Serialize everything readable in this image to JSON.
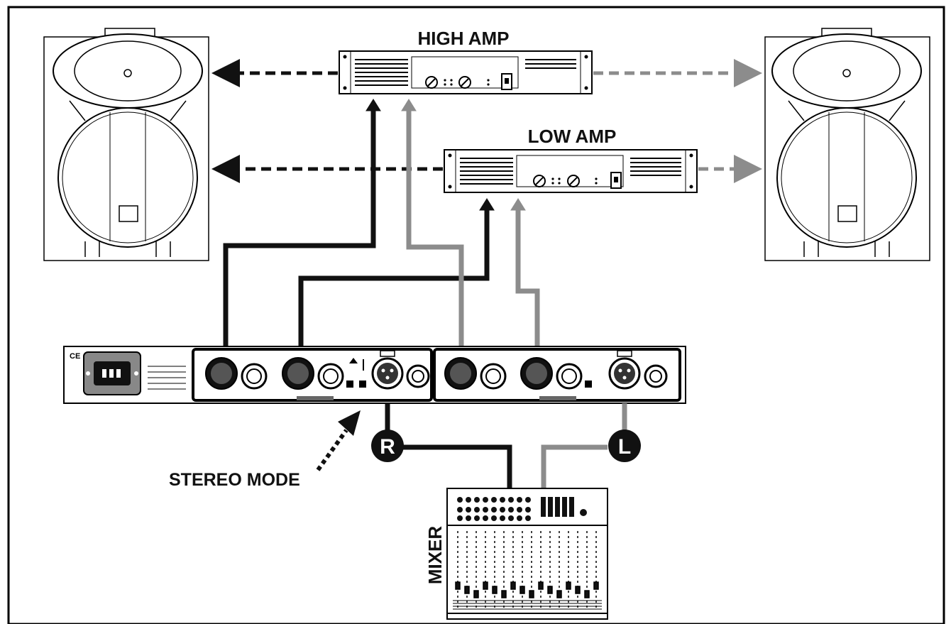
{
  "labels": {
    "high_amp": "HIGH AMP",
    "low_amp": "LOW AMP",
    "stereo_mode": "STEREO MODE",
    "mixer": "MIXER",
    "right_channel": "R",
    "left_channel": "L"
  },
  "colors": {
    "right_cable": "#111111",
    "left_cable": "#8c8c8c",
    "outline": "#000000"
  }
}
